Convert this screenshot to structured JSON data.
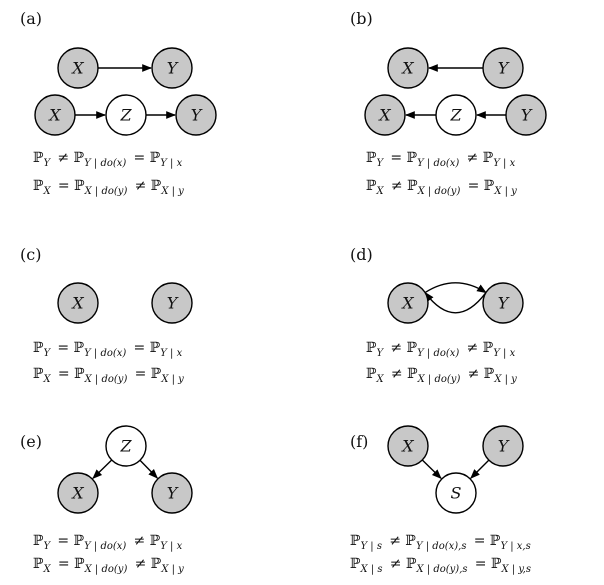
{
  "panels": [
    {
      "id": "a",
      "label": "(a)",
      "nodes": [
        {
          "key": "x1",
          "text": "X",
          "shaded": true
        },
        {
          "key": "y1",
          "text": "Y",
          "shaded": true
        },
        {
          "key": "x2",
          "text": "X",
          "shaded": true
        },
        {
          "key": "z2",
          "text": "Z",
          "shaded": false
        },
        {
          "key": "y2",
          "text": "Y",
          "shaded": true
        }
      ],
      "edges": [
        {
          "from": "x1",
          "to": "y1"
        },
        {
          "from": "x2",
          "to": "z2"
        },
        {
          "from": "z2",
          "to": "y2"
        }
      ],
      "equations": [
        "ℙ_Y ≠ ℙ_{Y | do(x)} = ℙ_{Y | x}",
        "ℙ_X = ℙ_{X | do(y)} ≠ ℙ_{X | y}"
      ]
    },
    {
      "id": "b",
      "label": "(b)",
      "nodes": [
        {
          "key": "x1",
          "text": "X",
          "shaded": true
        },
        {
          "key": "y1",
          "text": "Y",
          "shaded": true
        },
        {
          "key": "x2",
          "text": "X",
          "shaded": true
        },
        {
          "key": "z2",
          "text": "Z",
          "shaded": false
        },
        {
          "key": "y2",
          "text": "Y",
          "shaded": true
        }
      ],
      "edges": [
        {
          "from": "y1",
          "to": "x1"
        },
        {
          "from": "z2",
          "to": "x2"
        },
        {
          "from": "y2",
          "to": "z2"
        }
      ],
      "equations": [
        "ℙ_Y = ℙ_{Y | do(x)} ≠ ℙ_{Y | x}",
        "ℙ_X ≠ ℙ_{X | do(y)} = ℙ_{X | y}"
      ]
    },
    {
      "id": "c",
      "label": "(c)",
      "nodes": [
        {
          "key": "x",
          "text": "X",
          "shaded": true
        },
        {
          "key": "y",
          "text": "Y",
          "shaded": true
        }
      ],
      "edges": [],
      "equations": [
        "ℙ_Y = ℙ_{Y | do(x)} = ℙ_{Y | x}",
        "ℙ_X = ℙ_{X | do(y)} = ℙ_{X | y}"
      ]
    },
    {
      "id": "d",
      "label": "(d)",
      "nodes": [
        {
          "key": "x",
          "text": "X",
          "shaded": true
        },
        {
          "key": "y",
          "text": "Y",
          "shaded": true
        }
      ],
      "edges": [
        {
          "from": "x",
          "to": "y",
          "curve": "up"
        },
        {
          "from": "y",
          "to": "x",
          "curve": "down"
        }
      ],
      "equations": [
        "ℙ_Y ≠ ℙ_{Y | do(x)} ≠ ℙ_{Y | x}",
        "ℙ_X ≠ ℙ_{X | do(y)} ≠ ℙ_{X | y}"
      ]
    },
    {
      "id": "e",
      "label": "(e)",
      "nodes": [
        {
          "key": "z",
          "text": "Z",
          "shaded": false
        },
        {
          "key": "x",
          "text": "X",
          "shaded": true
        },
        {
          "key": "y",
          "text": "Y",
          "shaded": true
        }
      ],
      "edges": [
        {
          "from": "z",
          "to": "x"
        },
        {
          "from": "z",
          "to": "y"
        }
      ],
      "equations": [
        "ℙ_Y = ℙ_{Y | do(x)} ≠ ℙ_{Y | x}",
        "ℙ_X = ℙ_{X | do(y)} ≠ ℙ_{X | y}"
      ]
    },
    {
      "id": "f",
      "label": "(f)",
      "nodes": [
        {
          "key": "x",
          "text": "X",
          "shaded": true
        },
        {
          "key": "y",
          "text": "Y",
          "shaded": true
        },
        {
          "key": "s",
          "text": "S",
          "shaded": false
        }
      ],
      "edges": [
        {
          "from": "x",
          "to": "s"
        },
        {
          "from": "y",
          "to": "s"
        }
      ],
      "equations": [
        "ℙ_{Y | s} ≠ ℙ_{Y | do(x),s} = ℙ_{Y | x,s}",
        "ℙ_{X | s} ≠ ℙ_{X | do(y),s} = ℙ_{X | y,s}"
      ]
    }
  ],
  "colors": {
    "shaded_fill": "#c8c8c8",
    "open_fill": "#ffffff",
    "stroke": "#000000"
  }
}
